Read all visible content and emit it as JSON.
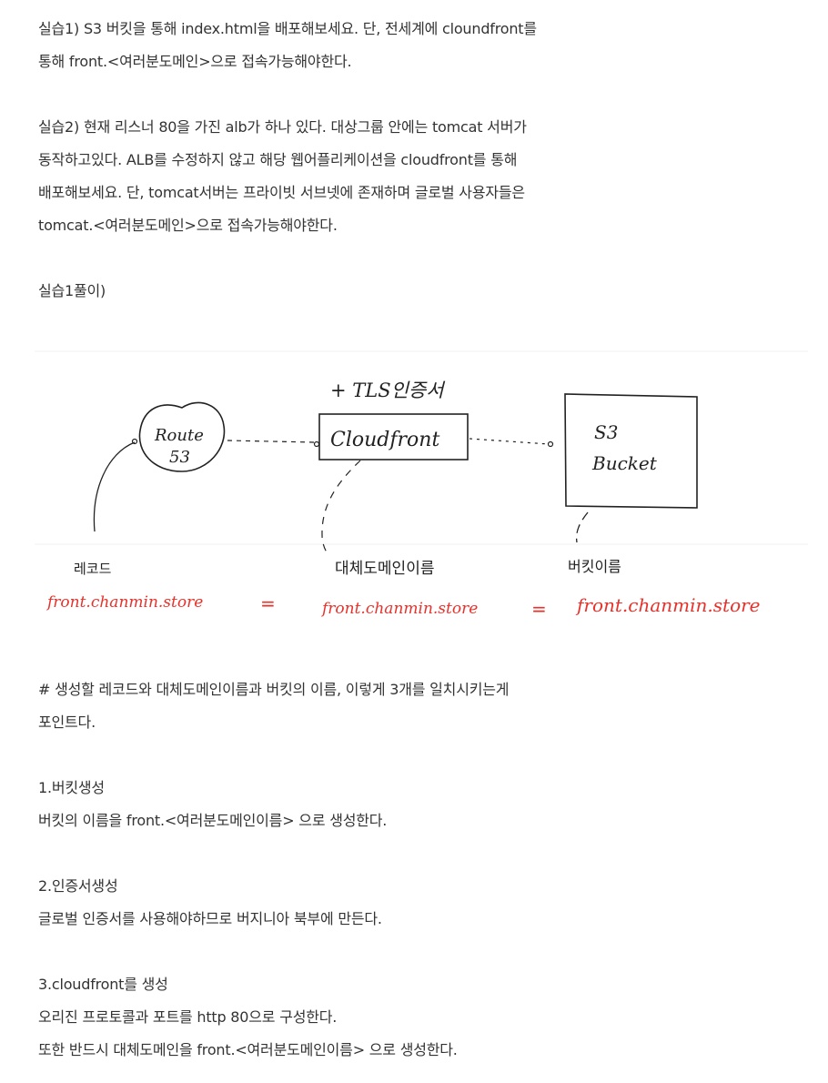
{
  "text_top": [
    "실습1) S3 버킷을 통해 index.html을 배포해보세요. 단, 전세계에 cloundfront를",
    "통해 front.<여러분도메인>으로 접속가능해야한다.",
    "",
    "실습2) 현재 리스너 80을 가진 alb가 하나 있다. 대상그룹 안에는 tomcat 서버가",
    "동작하고있다. ALB를 수정하지 않고 해당 웹어플리케이션을 cloudfront를 통해",
    "배포해보세요. 단, tomcat서버는 프라이빗 서브넷에 존재하며 글로벌 사용자들은",
    "tomcat.<여러분도메인>으로 접속가능해야한다.",
    "",
    "실습1풀이)"
  ],
  "sketch": {
    "tls_label": "+ TLS인증서",
    "route53_line1": "Route",
    "route53_line2": "53",
    "cloudfront_label": "Cloudfront",
    "s3_line1": "S3",
    "s3_line2": "Bucket",
    "record_label": "레코드",
    "alt_domain_label": "대체도메인이름",
    "bucket_name_label": "버킷이름",
    "value_1": "front.chanmin.store",
    "value_2": "front.chanmin.store",
    "value_3": "front.chanmin.store",
    "eq_1": "=",
    "eq_2": "=",
    "value_color": "#e8312a"
  },
  "text_bottom": [
    "# 생성할 레코드와 대체도메인이름과 버킷의 이름, 이렇게 3개를 일치시키는게",
    "포인트다.",
    "",
    "1.버킷생성",
    "버킷의 이름을 front.<여러분도메인이름> 으로 생성한다.",
    "",
    "2.인증서생성",
    "글로벌 인증서를 사용해야하므로 버지니아 북부에 만든다.",
    "",
    "3.cloudfront를 생성",
    "오리진 프로토콜과 포트를 http 80으로 구성한다.",
    "또한 반드시 대체도메인을 front.<여러분도메인이름> 으로 생성한다."
  ]
}
